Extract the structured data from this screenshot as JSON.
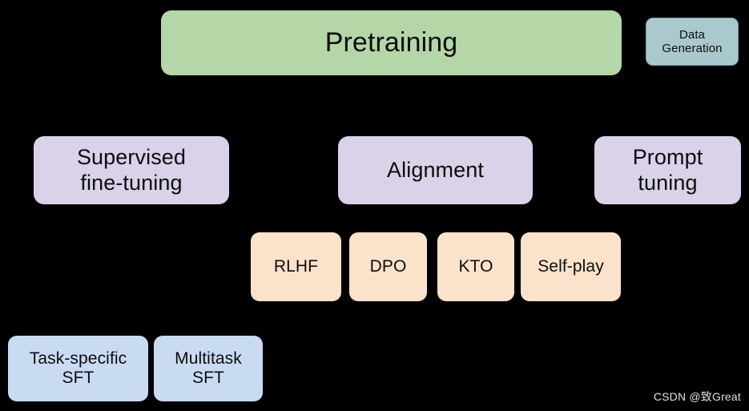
{
  "diagram": {
    "background_color": "#000000",
    "tiers": [
      {
        "name": "pretraining-tier",
        "nodes": [
          {
            "id": "pretraining",
            "label": "Pretraining",
            "color": "#b5d6a7"
          },
          {
            "id": "data-generation",
            "label": "Data\nGeneration",
            "color": "#a9c9cf"
          }
        ]
      },
      {
        "name": "adaptation-tier",
        "nodes": [
          {
            "id": "supervised-fine-tuning",
            "label": "Supervised\nfine-tuning",
            "color": "#d9d2e9"
          },
          {
            "id": "alignment",
            "label": "Alignment",
            "color": "#d9d2e9"
          },
          {
            "id": "prompt-tuning",
            "label": "Prompt\ntuning",
            "color": "#d9d2e9"
          }
        ]
      },
      {
        "name": "alignment-methods-tier",
        "nodes": [
          {
            "id": "rlhf",
            "label": "RLHF",
            "color": "#fbe2ca"
          },
          {
            "id": "dpo",
            "label": "DPO",
            "color": "#fbe2ca"
          },
          {
            "id": "kto",
            "label": "KTO",
            "color": "#fbe2ca"
          },
          {
            "id": "self-play",
            "label": "Self-play",
            "color": "#fbe2ca"
          }
        ]
      },
      {
        "name": "sft-methods-tier",
        "nodes": [
          {
            "id": "task-specific-sft",
            "label": "Task-specific\nSFT",
            "color": "#c9dbf3"
          },
          {
            "id": "multitask-sft",
            "label": "Multitask\nSFT",
            "color": "#c9dbf3"
          }
        ]
      }
    ]
  },
  "watermark": {
    "text": "CSDN @致Great"
  }
}
